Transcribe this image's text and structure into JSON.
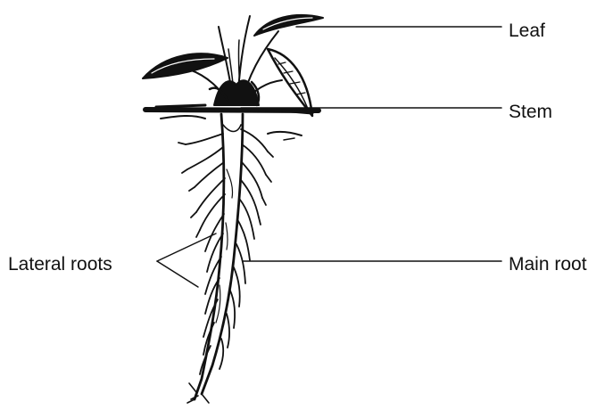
{
  "diagram": {
    "labels": {
      "leaf": "Leaf",
      "stem": "Stem",
      "main_root": "Main root",
      "lateral_roots": "Lateral roots"
    },
    "colors": {
      "ink": "#111111",
      "background": "#ffffff"
    }
  }
}
